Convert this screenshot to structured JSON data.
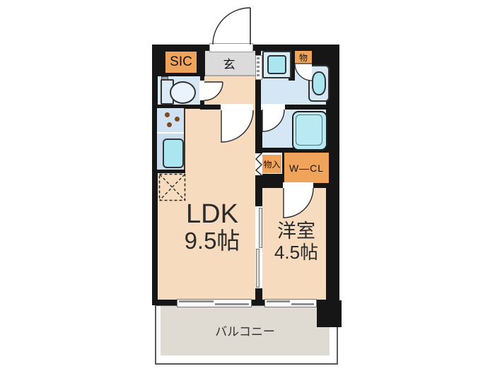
{
  "floorplan": {
    "rooms": {
      "ldk": {
        "label": "LDK",
        "size": "9.5帖"
      },
      "western_room": {
        "label": "洋室",
        "size": "4.5帖"
      },
      "balcony": {
        "label": "バルコニー"
      },
      "entrance": {
        "label": "玄"
      },
      "shoe_closet": {
        "label": "SIC"
      },
      "storage_top": {
        "label": "物"
      },
      "storage_hall": {
        "label": "物入"
      },
      "walk_in_closet": {
        "label": "W—CL"
      }
    },
    "colors": {
      "wall": "#161616",
      "floor": "#F6DBBE",
      "wet": "#D5E6F4",
      "kitchen": "#C9DDEF",
      "fixture": "#ABE6F0",
      "closet": "#F0A45B",
      "genkan": "#DBDBDB",
      "balcony": "#DFDAD2"
    }
  }
}
